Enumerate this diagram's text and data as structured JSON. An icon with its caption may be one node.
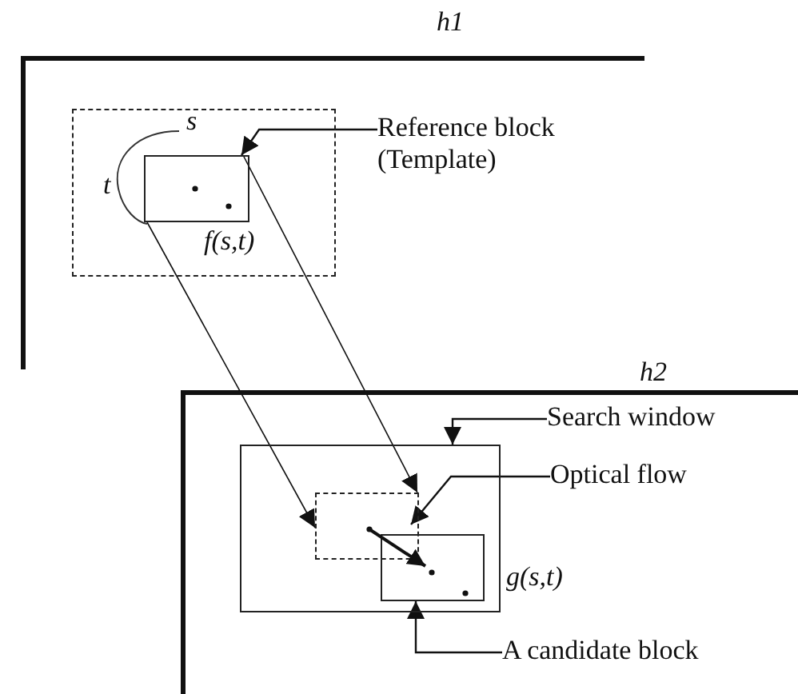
{
  "diagram": {
    "nodes": [
      {
        "text": [
          "h1"
        ]
      },
      {
        "text": [],
        "shape": "box",
        "in": 0
      },
      {
        "text": [],
        "shape": "box",
        "in": 1,
        "beside": [
          "s",
          "t",
          "f(s,t)"
        ]
      },
      {
        "text": [
          "Reference block (Template)"
        ],
        "in": 0
      },
      {
        "text": [
          "h2"
        ]
      },
      {
        "text": [],
        "shape": "box",
        "in": 4
      },
      {
        "text": [],
        "shape": "box",
        "in": 5
      },
      {
        "text": [],
        "shape": "box",
        "in": 5,
        "beside": [
          "g(s,t)"
        ]
      },
      {
        "text": [
          "Search window"
        ],
        "in": 4
      },
      {
        "text": [
          "Optical flow"
        ],
        "in": 4
      },
      {
        "text": [
          "A candidate block"
        ],
        "in": 4
      },
      {
        "text": [],
        "shape": "arrow",
        "in": 5
      }
    ],
    "edges": [
      {
        "from": 3,
        "to": 2,
        "arrow": "to"
      },
      {
        "from": 2,
        "to": 6,
        "arrow": "to"
      },
      {
        "from": 2,
        "to": 6,
        "arrow": "to"
      },
      {
        "from": 8,
        "to": 5,
        "arrow": "to"
      },
      {
        "from": 9,
        "to": 11,
        "arrow": "to"
      },
      {
        "from": 10,
        "to": 7,
        "arrow": "to"
      }
    ]
  }
}
